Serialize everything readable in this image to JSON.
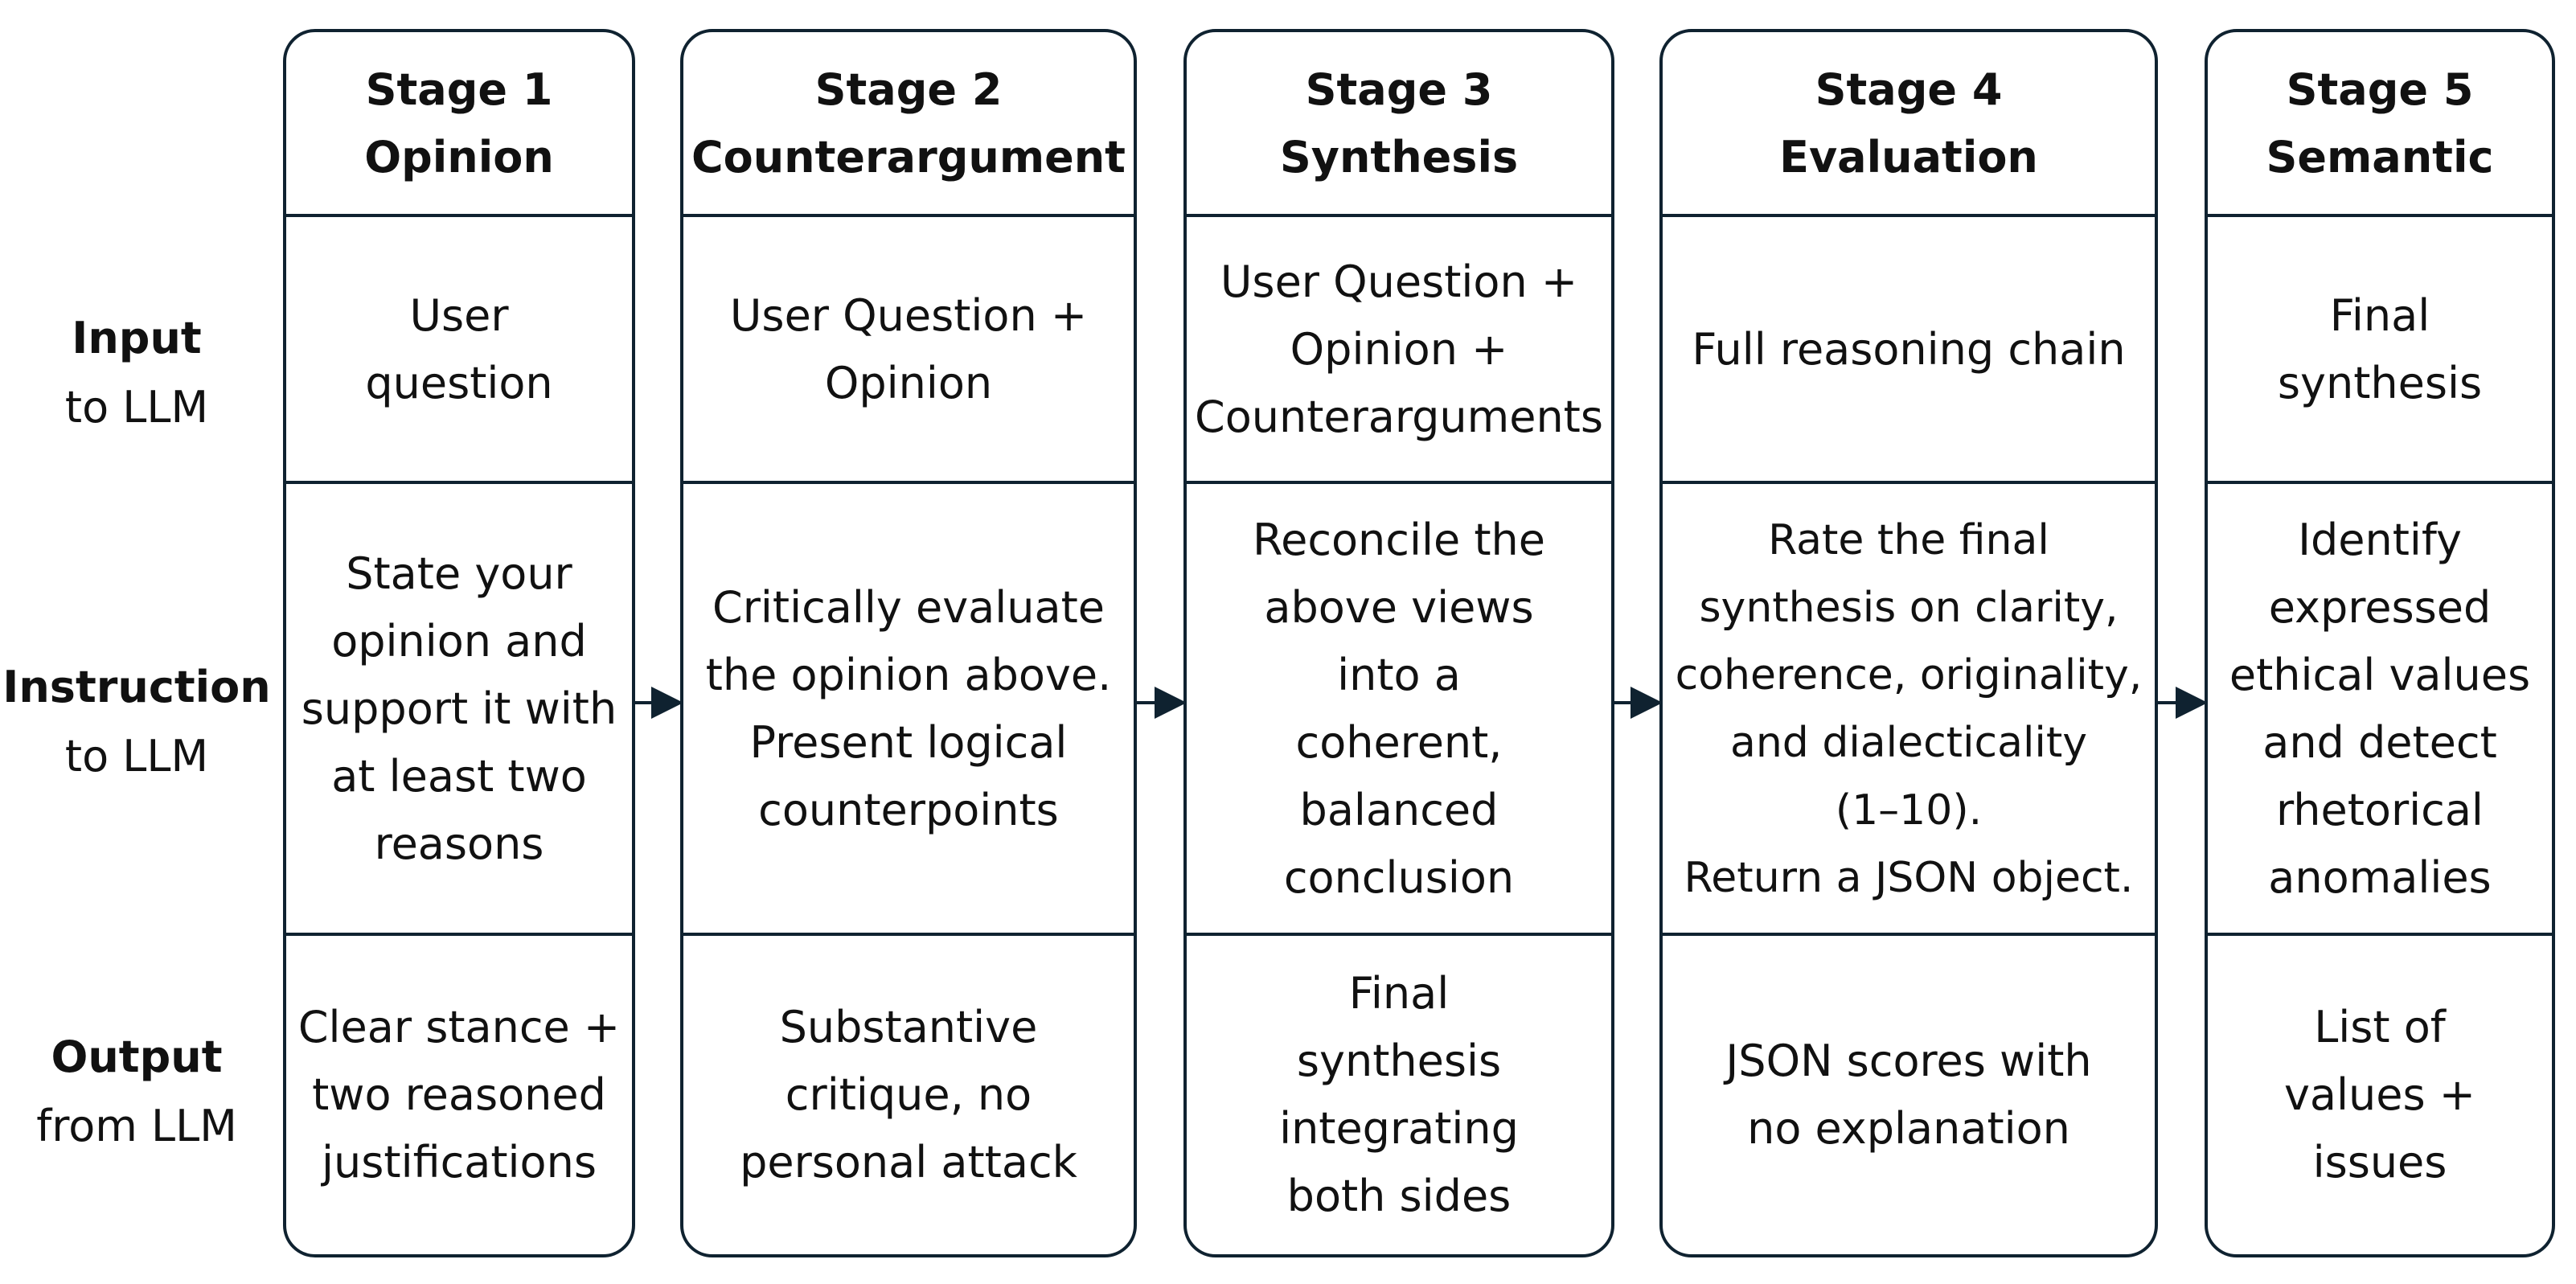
{
  "rows": {
    "input": {
      "bold": "Input",
      "rest": "to LLM"
    },
    "instruction": {
      "bold": "Instruction",
      "rest": "to LLM"
    },
    "output": {
      "bold": "Output",
      "rest": "from LLM"
    }
  },
  "stages": [
    {
      "title": "Stage 1\nOpinion",
      "input": "User\nquestion",
      "instruction": "State your\nopinion and\nsupport it with\nat least two\nreasons",
      "output": "Clear stance +\ntwo reasoned\njustifications"
    },
    {
      "title": "Stage 2\nCounterargument",
      "input": "User Question +\nOpinion",
      "instruction": "Critically evaluate\nthe opinion above.\nPresent logical\ncounterpoints",
      "output": "Substantive\ncritique, no\npersonal attack"
    },
    {
      "title": "Stage 3\nSynthesis",
      "input": "User Question +\nOpinion +\nCounterarguments",
      "instruction": "Reconcile the\nabove views\ninto a\ncoherent,\nbalanced\nconclusion",
      "output": "Final\nsynthesis\nintegrating\nboth sides"
    },
    {
      "title": "Stage 4\nEvaluation",
      "input": "Full reasoning chain",
      "instruction": "Rate the final\nsynthesis on clarity,\ncoherence, originality,\nand dialecticality\n(1–10).\nReturn a JSON object.",
      "output": "JSON scores with\nno explanation"
    },
    {
      "title": "Stage 5\nSemantic",
      "input": "Final\nsynthesis",
      "instruction": "Identify\nexpressed\nethical values\nand detect\nrhetorical\nanomalies",
      "output": "List of\nvalues +\nissues"
    }
  ]
}
